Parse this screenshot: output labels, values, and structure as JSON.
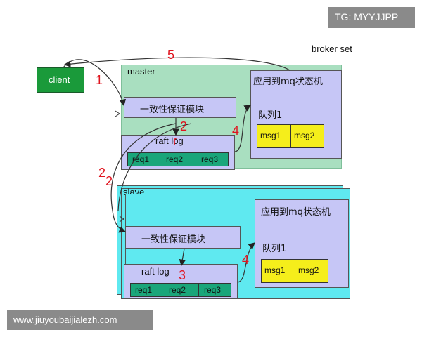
{
  "watermark_top": "TG: MYYJJPP",
  "watermark_bottom": "www.jiuyoubaijialezh.com",
  "broker_set_label": "broker set",
  "client_label": "client",
  "master": {
    "label": "master",
    "consistency_module": "一致性保证模块",
    "raft_log": "raft log",
    "reqs": [
      "req1",
      "req2",
      "req3"
    ],
    "state_machine": "应用到mq状态机",
    "queue": "队列1",
    "msgs": [
      "msg1",
      "msg2"
    ]
  },
  "slave": {
    "label": "slave",
    "consistency_module": "一致性保证模块",
    "raft_log": "raft log",
    "reqs": [
      "req1",
      "req2",
      "req3"
    ],
    "state_machine": "应用到mq状态机",
    "queue": "队列1",
    "msgs": [
      "msg1",
      "msg2"
    ]
  },
  "step_labels": {
    "s1": "1",
    "s2a": "2",
    "s2b": "2",
    "s2c": "2",
    "r": "r",
    "s3": "3",
    "s4a": "4",
    "s4b": "4",
    "s5": "5"
  },
  "colors": {
    "client": "#1a9a3a",
    "master_bg": "#a9dfc0",
    "slave_bg": "#5fe9f0",
    "panel_bg": "#c6c6f6",
    "log_bg": "#1aa67a",
    "msg_bg": "#f5ee1b",
    "step_red": "#e0141e"
  }
}
